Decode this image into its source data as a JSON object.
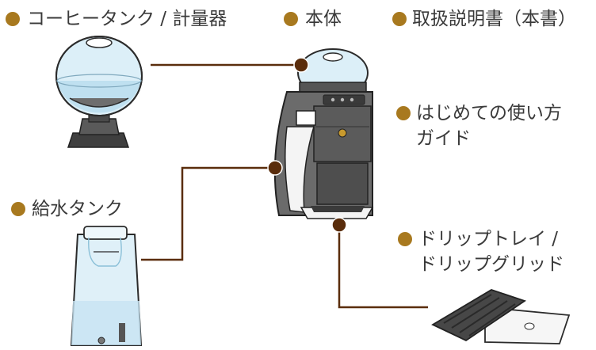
{
  "labels": {
    "coffee_tank": "コーヒータンク / 計量器",
    "main_unit": "本体",
    "manual": "取扱説明書（本書）",
    "guide_line1": "はじめての使い方",
    "guide_line2": "ガイド",
    "water_tank": "給水タンク",
    "drip_line1": "ドリップトレイ /",
    "drip_line2": "ドリップグリッド"
  },
  "colors": {
    "bullet": "#a8791f",
    "leader_line": "#5a2d0c",
    "text": "#3a3a3a",
    "tank_blue": "#d6ecf7",
    "tank_outline": "#2b2b2b",
    "body_gray": "#6b6b6b",
    "tray_dark": "#3d3d3d"
  },
  "icons": [
    "bullet-dot",
    "leader-end-dot",
    "coffee-tank-illustration",
    "main-unit-illustration",
    "water-tank-illustration",
    "drip-tray-illustration"
  ]
}
